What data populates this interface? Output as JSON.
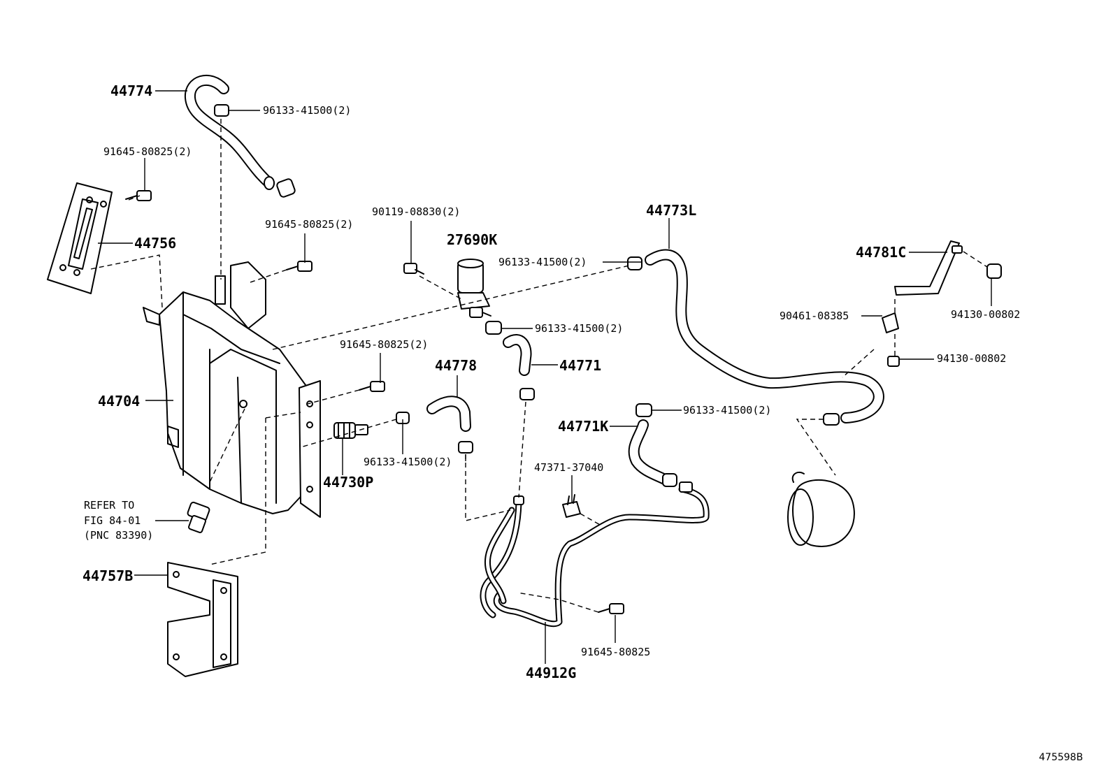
{
  "labels": {
    "p44774": "44774",
    "p96133_a": "96133-41500(2)",
    "p91645_a": "91645-80825(2)",
    "p44756": "44756",
    "p91645_b": "91645-80825(2)",
    "p90119": "90119-08830(2)",
    "p27690k": "27690K",
    "p44773l": "44773L",
    "p96133_b": "96133-41500(2)",
    "p44781c": "44781C",
    "p94130_a": "94130-00802",
    "p90461": "90461-08385",
    "p94130_b": "94130-00802",
    "p96133_c": "96133-41500(2)",
    "p91645_c": "91645-80825(2)",
    "p44778": "44778",
    "p44771": "44771",
    "p44704": "44704",
    "p96133_d": "96133-41500(2)",
    "p44771k": "44771K",
    "p96133_e": "96133-41500(2)",
    "p44730p": "44730P",
    "p47371": "47371-37040",
    "refer1": "REFER TO",
    "refer2": "FIG 84-01",
    "refer3": "(PNC 83390)",
    "p44757b": "44757B",
    "p91645_d": "91645-80825",
    "p44912g": "44912G",
    "figure_id": "475598B"
  }
}
